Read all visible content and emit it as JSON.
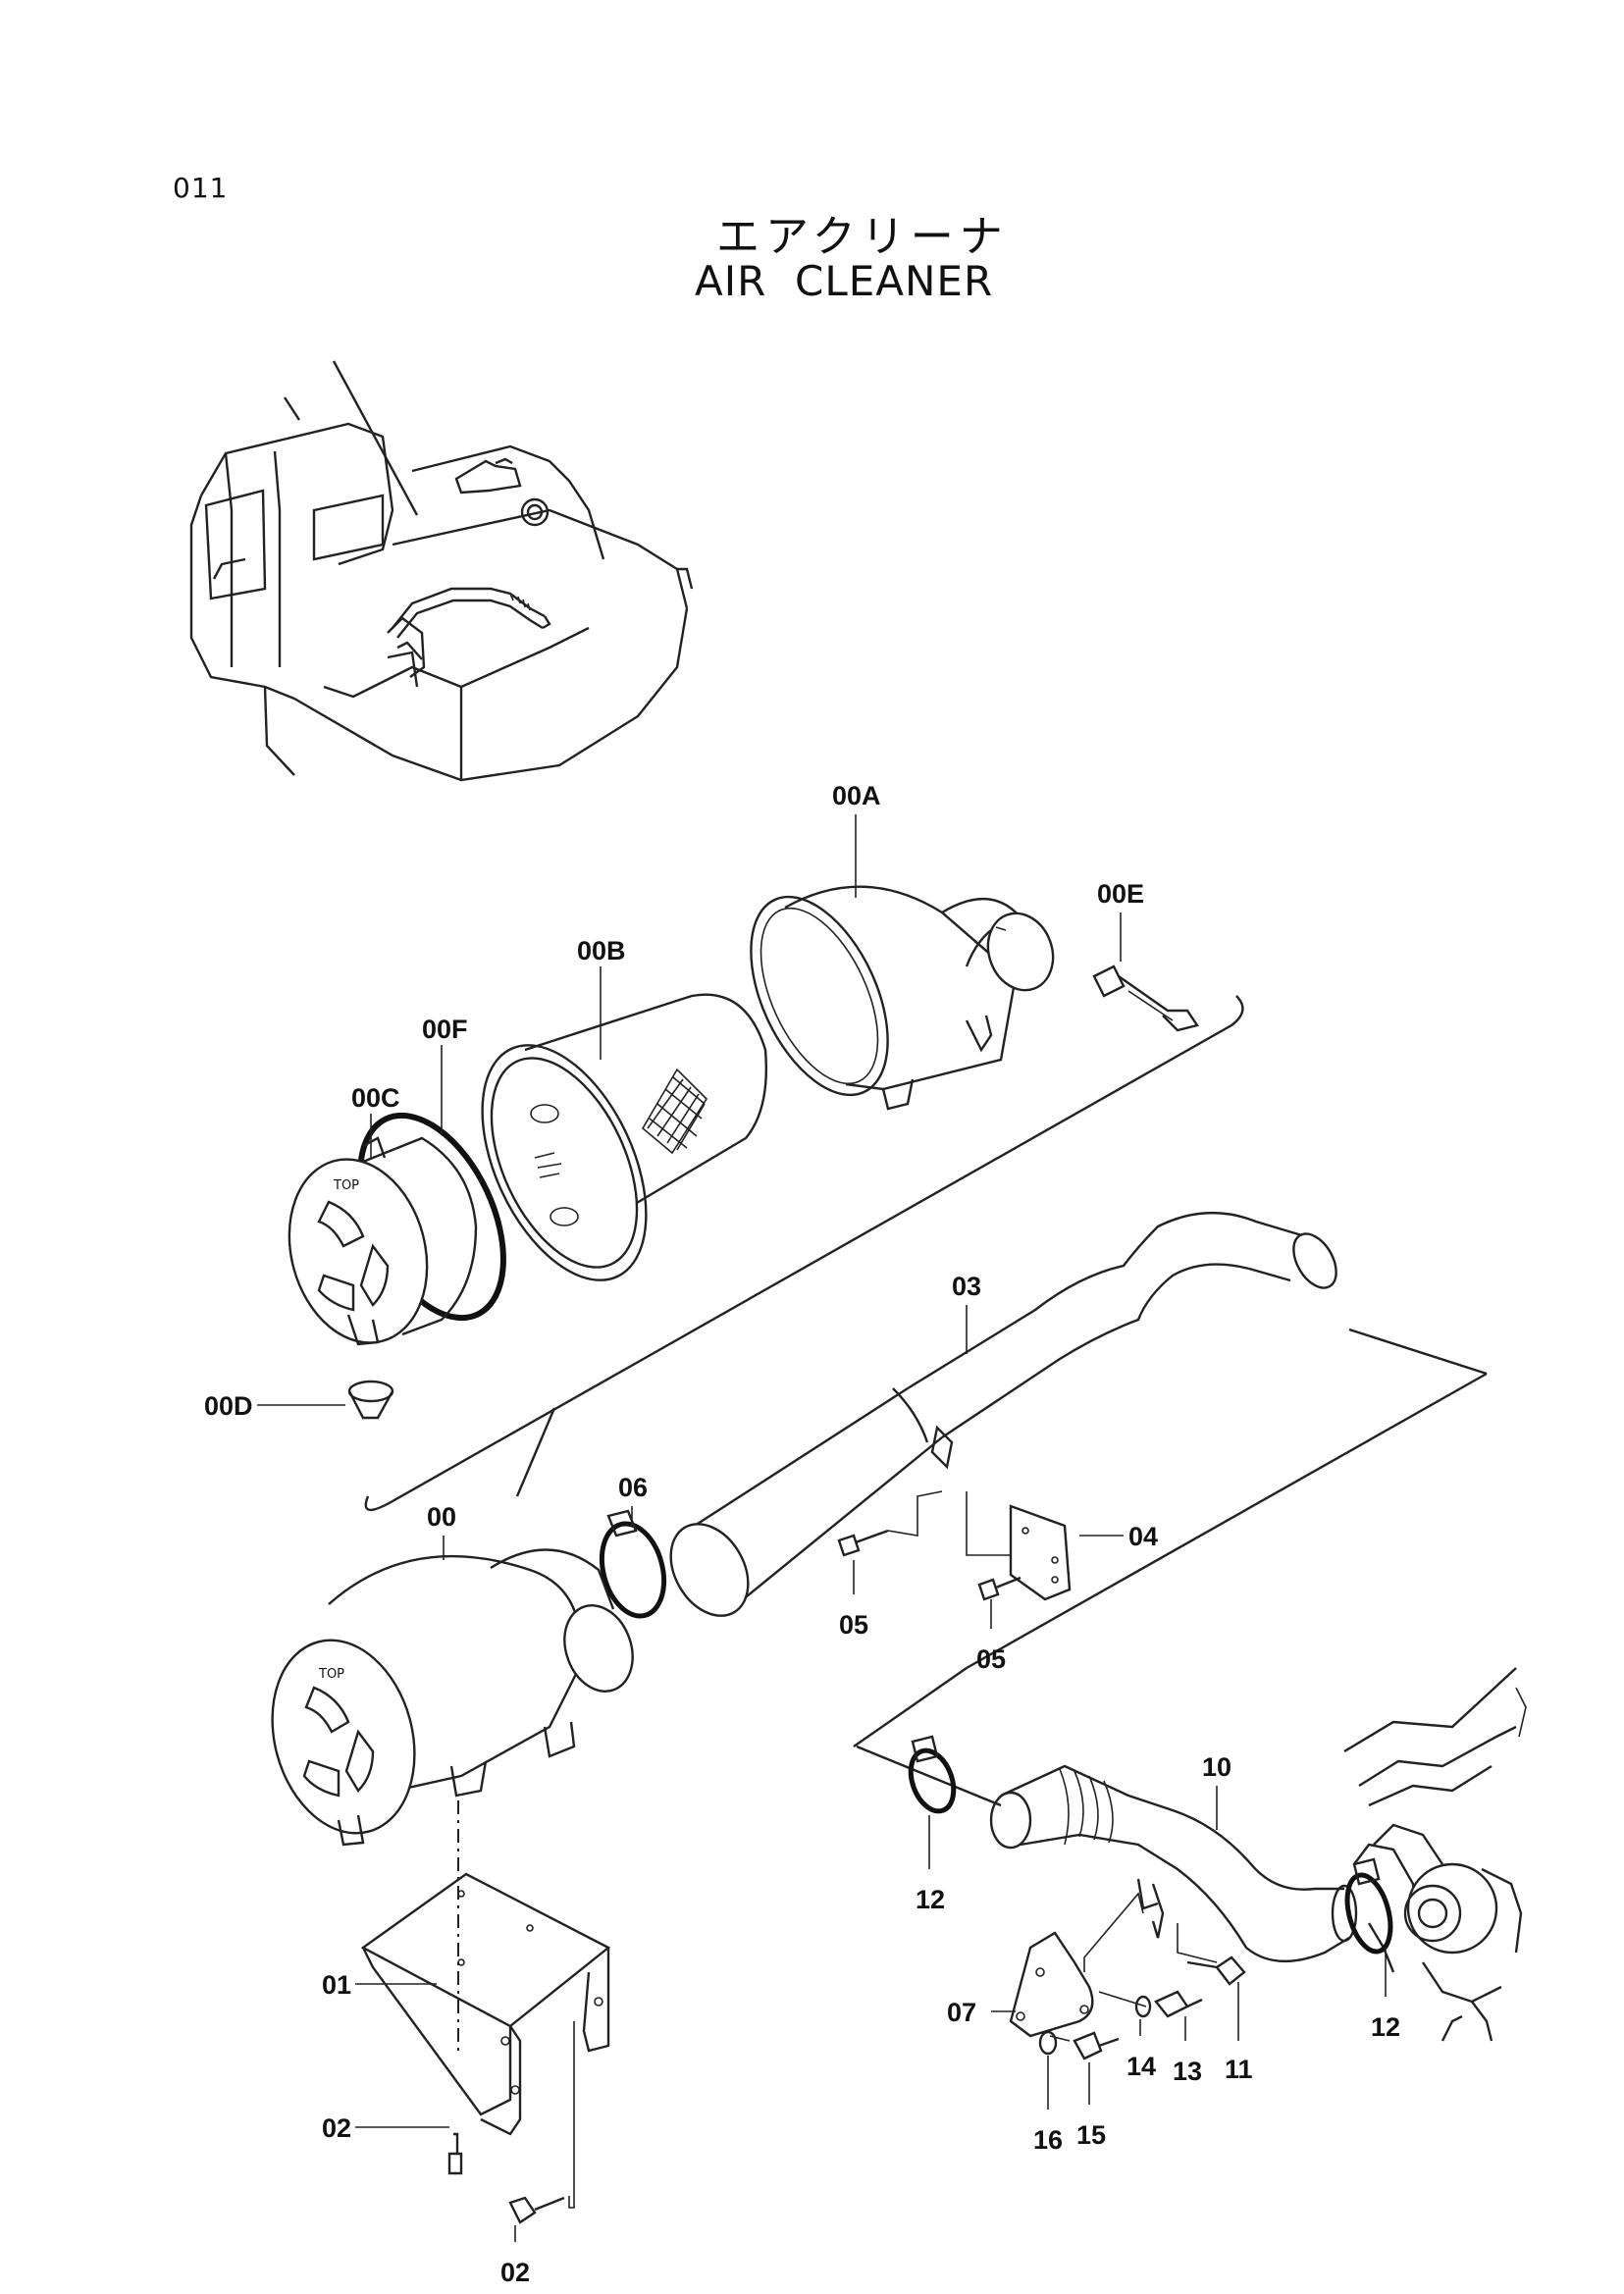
{
  "page_number": "011",
  "title_jp": "エアクリーナ",
  "title_en": "AIR  CLEANER",
  "callouts": [
    {
      "id": "00A",
      "label": "00A"
    },
    {
      "id": "00E",
      "label": "00E"
    },
    {
      "id": "00B",
      "label": "00B"
    },
    {
      "id": "00F",
      "label": "00F"
    },
    {
      "id": "00C",
      "label": "00C"
    },
    {
      "id": "00D",
      "label": "00D"
    },
    {
      "id": "03",
      "label": "03"
    },
    {
      "id": "06",
      "label": "06"
    },
    {
      "id": "00",
      "label": "00"
    },
    {
      "id": "04",
      "label": "04"
    },
    {
      "id": "05a",
      "label": "05"
    },
    {
      "id": "05b",
      "label": "05"
    },
    {
      "id": "10",
      "label": "10"
    },
    {
      "id": "12a",
      "label": "12"
    },
    {
      "id": "12b",
      "label": "12"
    },
    {
      "id": "07",
      "label": "07"
    },
    {
      "id": "14",
      "label": "14"
    },
    {
      "id": "13",
      "label": "13"
    },
    {
      "id": "11",
      "label": "11"
    },
    {
      "id": "16",
      "label": "16"
    },
    {
      "id": "15",
      "label": "15"
    },
    {
      "id": "01",
      "label": "01"
    },
    {
      "id": "02a",
      "label": "02"
    },
    {
      "id": "02b",
      "label": "02"
    }
  ],
  "diagram_labels": {
    "cover_top_text": "TOP"
  }
}
